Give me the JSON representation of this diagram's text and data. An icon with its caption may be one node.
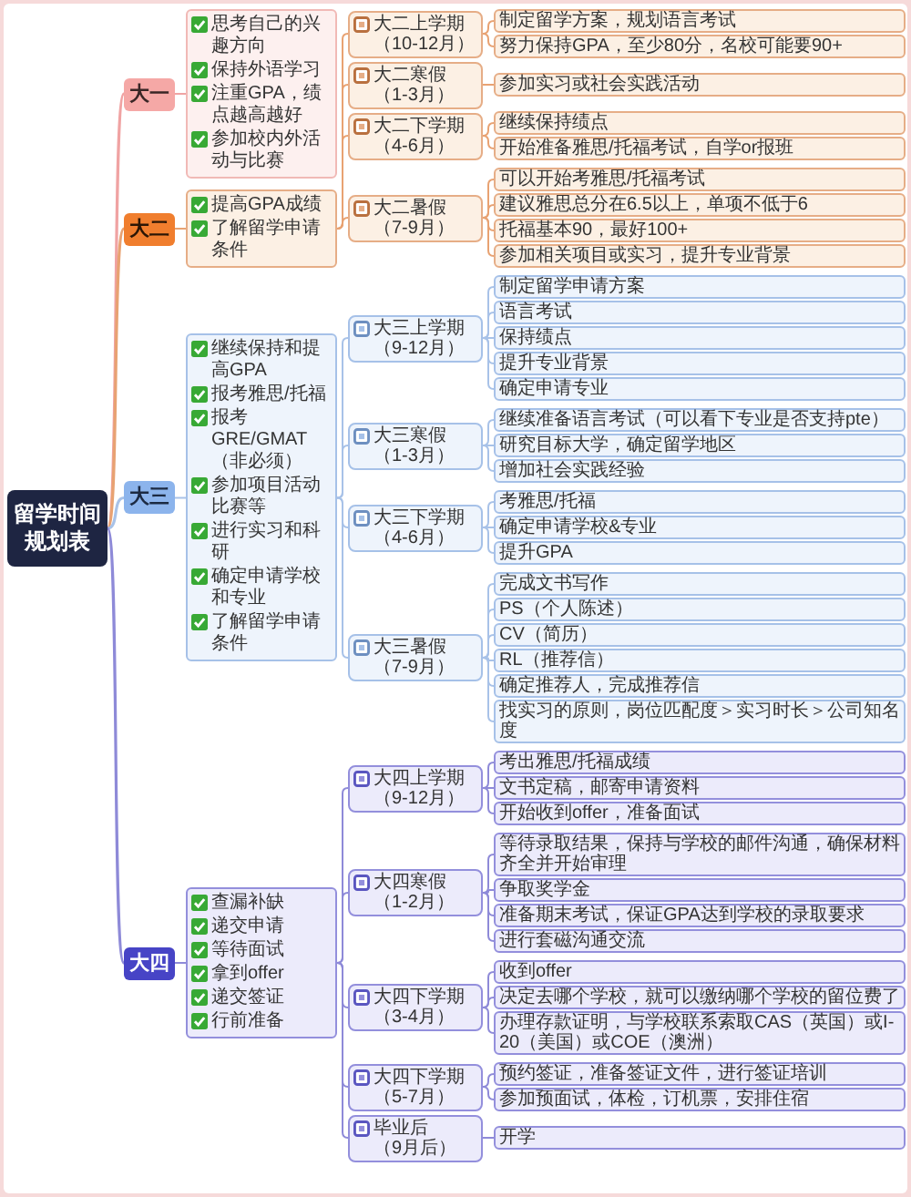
{
  "diagram": {
    "nodes": [
      {
        "text": [
          "留学时间规划表"
        ]
      },
      {
        "text": [
          "大一"
        ]
      },
      {
        "text": [
          "思考自己的兴趣方向",
          "保持外语学习",
          "注重GPA，绩点越高越好",
          "参加校内外活动与比赛"
        ]
      },
      {
        "text": [
          "大二"
        ]
      },
      {
        "text": [
          "提高GPA成绩",
          "了解留学申请条件"
        ]
      },
      {
        "text": [
          "大二上学期（10-12月）"
        ]
      },
      {
        "text": [
          "制定留学方案，规划语言考试"
        ]
      },
      {
        "text": [
          "努力保持GPA，至少80分，名校可能要90+"
        ]
      },
      {
        "text": [
          "大二寒假（1-3月）"
        ]
      },
      {
        "text": [
          "参加实习或社会实践活动"
        ]
      },
      {
        "text": [
          "大二下学期（4-6月）"
        ]
      },
      {
        "text": [
          "继续保持绩点"
        ]
      },
      {
        "text": [
          "开始准备雅思/托福考试，自学or报班"
        ]
      },
      {
        "text": [
          "大二暑假（7-9月）"
        ]
      },
      {
        "text": [
          "可以开始考雅思/托福考试"
        ]
      },
      {
        "text": [
          "建议雅思总分在6.5以上，单项不低于6"
        ]
      },
      {
        "text": [
          "托福基本90，最好100+"
        ]
      },
      {
        "text": [
          "参加相关项目或实习，提升专业背景"
        ]
      },
      {
        "text": [
          "大三"
        ]
      },
      {
        "text": [
          "继续保持和提高GPA",
          "报考雅思/托福",
          "报考GRE/GMAT（非必须）",
          "参加项目活动比赛等",
          "进行实习和科研",
          "确定申请学校和专业",
          "了解留学申请条件"
        ]
      },
      {
        "text": [
          "大三上学期（9-12月）"
        ]
      },
      {
        "text": [
          "制定留学申请方案"
        ]
      },
      {
        "text": [
          "语言考试"
        ]
      },
      {
        "text": [
          "保持绩点"
        ]
      },
      {
        "text": [
          "提升专业背景"
        ]
      },
      {
        "text": [
          "确定申请专业"
        ]
      },
      {
        "text": [
          "大三寒假（1-3月）"
        ]
      },
      {
        "text": [
          "继续准备语言考试（可以看下专业是否支持pte）"
        ]
      },
      {
        "text": [
          "研究目标大学，确定留学地区"
        ]
      },
      {
        "text": [
          "增加社会实践经验"
        ]
      },
      {
        "text": [
          "大三下学期（4-6月）"
        ]
      },
      {
        "text": [
          "考雅思/托福"
        ]
      },
      {
        "text": [
          "确定申请学校&专业"
        ]
      },
      {
        "text": [
          "提升GPA"
        ]
      },
      {
        "text": [
          "大三暑假（7-9月）"
        ]
      },
      {
        "text": [
          "完成文书写作"
        ]
      },
      {
        "text": [
          "PS（个人陈述）"
        ]
      },
      {
        "text": [
          "CV（简历）"
        ]
      },
      {
        "text": [
          "RL（推荐信）"
        ]
      },
      {
        "text": [
          "确定推荐人，完成推荐信"
        ]
      },
      {
        "text": [
          "找实习的原则，岗位匹配度＞实习时长＞公司知名度"
        ]
      },
      {
        "text": [
          "大四"
        ]
      },
      {
        "text": [
          "查漏补缺",
          "递交申请",
          "等待面试",
          "拿到offer",
          "递交签证",
          "行前准备"
        ]
      },
      {
        "text": [
          "大四上学期（9-12月）"
        ]
      },
      {
        "text": [
          "考出雅思/托福成绩"
        ]
      },
      {
        "text": [
          "文书定稿，邮寄申请资料"
        ]
      },
      {
        "text": [
          "开始收到offer，准备面试"
        ]
      },
      {
        "text": [
          "大四寒假（1-2月）"
        ]
      },
      {
        "text": [
          "等待录取结果，保持与学校的邮件沟通，确保材料齐全并开始审理"
        ]
      },
      {
        "text": [
          "争取奖学金"
        ]
      },
      {
        "text": [
          "准备期末考试，保证GPA达到学校的录取要求"
        ]
      },
      {
        "text": [
          "进行套磁沟通交流"
        ]
      },
      {
        "text": [
          "大四下学期（3-4月）"
        ]
      },
      {
        "text": [
          "收到offer"
        ]
      },
      {
        "text": [
          "决定去哪个学校，就可以缴纳哪个学校的留位费了"
        ]
      },
      {
        "text": [
          "办理存款证明，与学校联系索取CAS（英国）或I-20（美国）或COE（澳洲）"
        ]
      },
      {
        "text": [
          "大四下学期（5-7月）"
        ]
      },
      {
        "text": [
          "预约签证，准备签证文件，进行签证培训"
        ]
      },
      {
        "text": [
          "参加预面试，体检，订机票，安排住宿"
        ]
      },
      {
        "text": [
          "毕业后（9月后）"
        ]
      },
      {
        "text": [
          "开学"
        ]
      }
    ],
    "edges": [
      {
        "from": 0,
        "to": 1,
        "arrow": "none",
        "color": "#f0a3a3"
      },
      {
        "from": 1,
        "to": 2,
        "arrow": "none",
        "color": "#f0a3a3"
      },
      {
        "from": 0,
        "to": 3,
        "arrow": "none",
        "color": "#e8a272"
      },
      {
        "from": 3,
        "to": 4,
        "arrow": "none",
        "color": "#e8a272"
      },
      {
        "from": 4,
        "to": 5,
        "arrow": "none",
        "color": "#e8a272"
      },
      {
        "from": 4,
        "to": 8,
        "arrow": "none",
        "color": "#e8a272"
      },
      {
        "from": 4,
        "to": 10,
        "arrow": "none",
        "color": "#e8a272"
      },
      {
        "from": 4,
        "to": 13,
        "arrow": "none",
        "color": "#e8a272"
      },
      {
        "from": 5,
        "to": 6,
        "arrow": "none",
        "color": "#e8a272"
      },
      {
        "from": 5,
        "to": 7,
        "arrow": "none",
        "color": "#e8a272"
      },
      {
        "from": 8,
        "to": 9,
        "arrow": "none",
        "color": "#e8a272"
      },
      {
        "from": 10,
        "to": 11,
        "arrow": "none",
        "color": "#e8a272"
      },
      {
        "from": 10,
        "to": 12,
        "arrow": "none",
        "color": "#e8a272"
      },
      {
        "from": 13,
        "to": 14,
        "arrow": "none",
        "color": "#e8a272"
      },
      {
        "from": 13,
        "to": 15,
        "arrow": "none",
        "color": "#e8a272"
      },
      {
        "from": 13,
        "to": 16,
        "arrow": "none",
        "color": "#e8a272"
      },
      {
        "from": 13,
        "to": 17,
        "arrow": "none",
        "color": "#e8a272"
      },
      {
        "from": 0,
        "to": 18,
        "arrow": "none"
      },
      {
        "from": 18,
        "to": 19,
        "arrow": "none"
      },
      {
        "from": 19,
        "to": 20,
        "arrow": "none"
      },
      {
        "from": 19,
        "to": 26,
        "arrow": "none"
      },
      {
        "from": 19,
        "to": 30,
        "arrow": "none"
      },
      {
        "from": 19,
        "to": 34,
        "arrow": "none"
      },
      {
        "from": 20,
        "to": 21,
        "arrow": "none"
      },
      {
        "from": 20,
        "to": 22,
        "arrow": "none"
      },
      {
        "from": 20,
        "to": 23,
        "arrow": "none"
      },
      {
        "from": 20,
        "to": 24,
        "arrow": "none"
      },
      {
        "from": 20,
        "to": 25,
        "arrow": "none"
      },
      {
        "from": 26,
        "to": 27,
        "arrow": "none"
      },
      {
        "from": 26,
        "to": 28,
        "arrow": "none"
      },
      {
        "from": 26,
        "to": 29,
        "arrow": "none"
      },
      {
        "from": 30,
        "to": 31,
        "arrow": "none"
      },
      {
        "from": 30,
        "to": 32,
        "arrow": "none"
      },
      {
        "from": 30,
        "to": 33,
        "arrow": "none"
      },
      {
        "from": 34,
        "to": 35,
        "arrow": "none"
      },
      {
        "from": 34,
        "to": 36,
        "arrow": "none"
      },
      {
        "from": 34,
        "to": 37,
        "arrow": "none"
      },
      {
        "from": 34,
        "to": 38,
        "arrow": "none"
      },
      {
        "from": 34,
        "to": 39,
        "arrow": "none"
      },
      {
        "from": 34,
        "to": 40,
        "arrow": "none"
      },
      {
        "from": 0,
        "to": 41,
        "arrow": "none",
        "color": "#8e8ad8"
      },
      {
        "from": 41,
        "to": 42,
        "arrow": "none",
        "color": "#8e8ad8"
      },
      {
        "from": 42,
        "to": 43,
        "arrow": "none",
        "color": "#8e8ad8"
      },
      {
        "from": 42,
        "to": 47,
        "arrow": "none",
        "color": "#8e8ad8"
      },
      {
        "from": 42,
        "to": 52,
        "arrow": "none",
        "color": "#8e8ad8"
      },
      {
        "from": 42,
        "to": 56,
        "arrow": "none",
        "color": "#8e8ad8"
      },
      {
        "from": 42,
        "to": 59,
        "arrow": "none",
        "color": "#8e8ad8"
      },
      {
        "from": 43,
        "to": 44,
        "arrow": "none",
        "color": "#8e8ad8"
      },
      {
        "from": 43,
        "to": 45,
        "arrow": "none",
        "color": "#8e8ad8"
      },
      {
        "from": 43,
        "to": 46,
        "arrow": "none",
        "color": "#8e8ad8"
      },
      {
        "from": 47,
        "to": 48,
        "arrow": "none",
        "color": "#8e8ad8"
      },
      {
        "from": 47,
        "to": 49,
        "arrow": "none",
        "color": "#8e8ad8"
      },
      {
        "from": 47,
        "to": 50,
        "arrow": "none",
        "color": "#8e8ad8"
      },
      {
        "from": 47,
        "to": 51,
        "arrow": "none",
        "color": "#8e8ad8"
      },
      {
        "from": 52,
        "to": 53,
        "arrow": "none",
        "color": "#8e8ad8"
      },
      {
        "from": 52,
        "to": 54,
        "arrow": "none",
        "color": "#8e8ad8"
      },
      {
        "from": 52,
        "to": 55,
        "arrow": "none",
        "color": "#8e8ad8"
      },
      {
        "from": 56,
        "to": 57,
        "arrow": "none",
        "color": "#8e8ad8"
      },
      {
        "from": 56,
        "to": 58,
        "arrow": "none",
        "color": "#8e8ad8"
      },
      {
        "from": 59,
        "to": 60,
        "arrow": "none",
        "color": "#8e8ad8"
      }
    ]
  }
}
